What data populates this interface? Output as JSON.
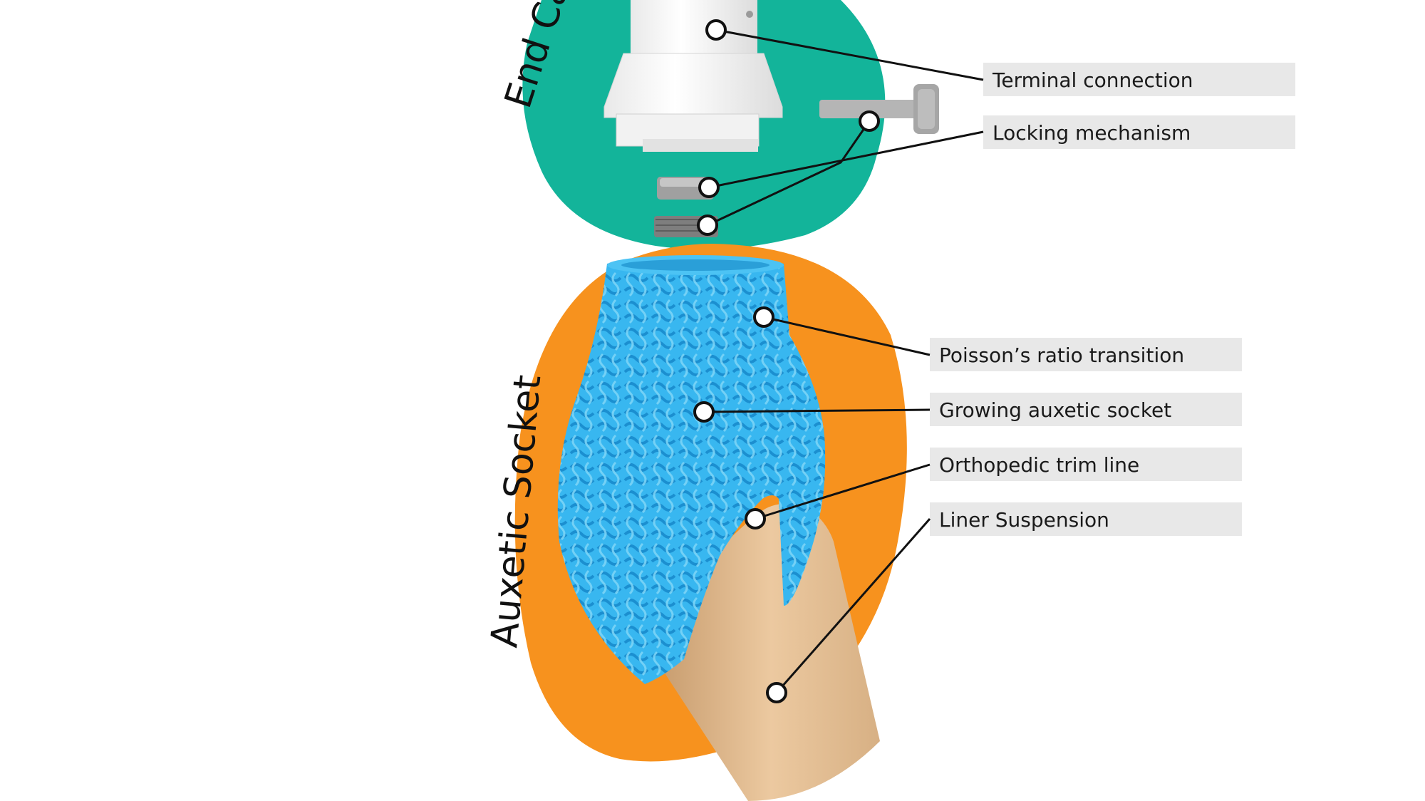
{
  "section_titles": {
    "end_cap": "End Cap",
    "auxetic_socket": "Auxetic Socket"
  },
  "callouts": {
    "terminal_connection": "Terminal connection",
    "locking_mechanism": "Locking mechanism",
    "poissons_ratio_transition": "Poisson’s ratio transition",
    "growing_auxetic_socket": "Growing auxetic socket",
    "orthopedic_trim_line": "Orthopedic trim line",
    "liner_suspension": "Liner Suspension"
  },
  "colors": {
    "end_cap_blob": "#13b49a",
    "socket_blob": "#f7921e",
    "socket_lattice": "#38b7f0",
    "liner": "#e5c198",
    "label_box": "#e8e8e8",
    "cap_parts": "#ffffff",
    "metal_parts": "#9a9a9a"
  }
}
